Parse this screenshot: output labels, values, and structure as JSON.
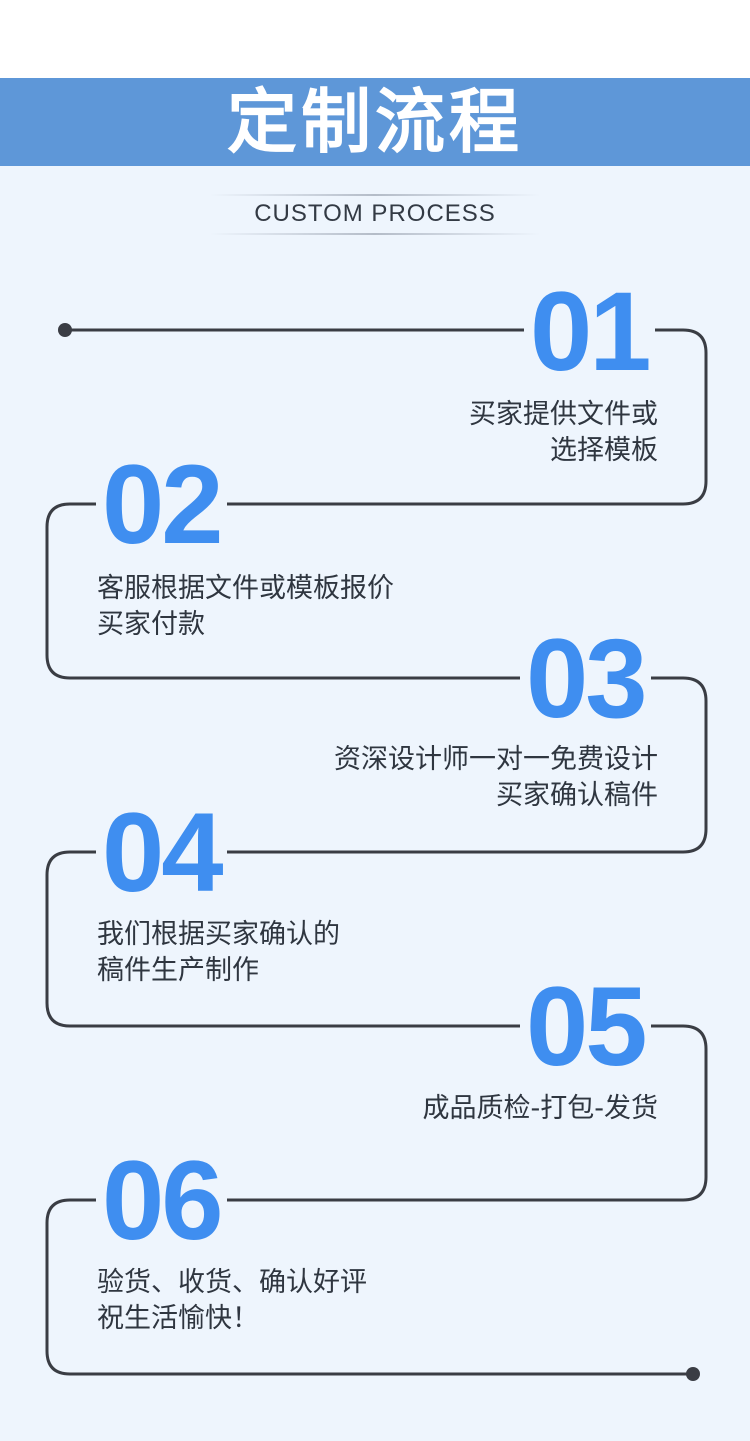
{
  "header": {
    "title": "定制流程",
    "subtitle": "CUSTOM PROCESS"
  },
  "steps": [
    {
      "number": "01",
      "lines": [
        "买家提供文件或",
        "选择模板"
      ]
    },
    {
      "number": "02",
      "lines": [
        "客服根据文件或模板报价",
        "买家付款"
      ]
    },
    {
      "number": "03",
      "lines": [
        "资深设计师一对一免费设计",
        "买家确认稿件"
      ]
    },
    {
      "number": "04",
      "lines": [
        "我们根据买家确认的",
        "稿件生产制作"
      ]
    },
    {
      "number": "05",
      "lines": [
        "成品质检-打包-发货"
      ]
    },
    {
      "number": "06",
      "lines": [
        "验货、收货、确认好评",
        "祝生活愉快！"
      ]
    }
  ],
  "colors": {
    "banner": "#5e97d8",
    "background": "#eef5fd",
    "accent_number": "#3f8ef0",
    "line": "#3a3d44",
    "text": "#2f3640"
  }
}
